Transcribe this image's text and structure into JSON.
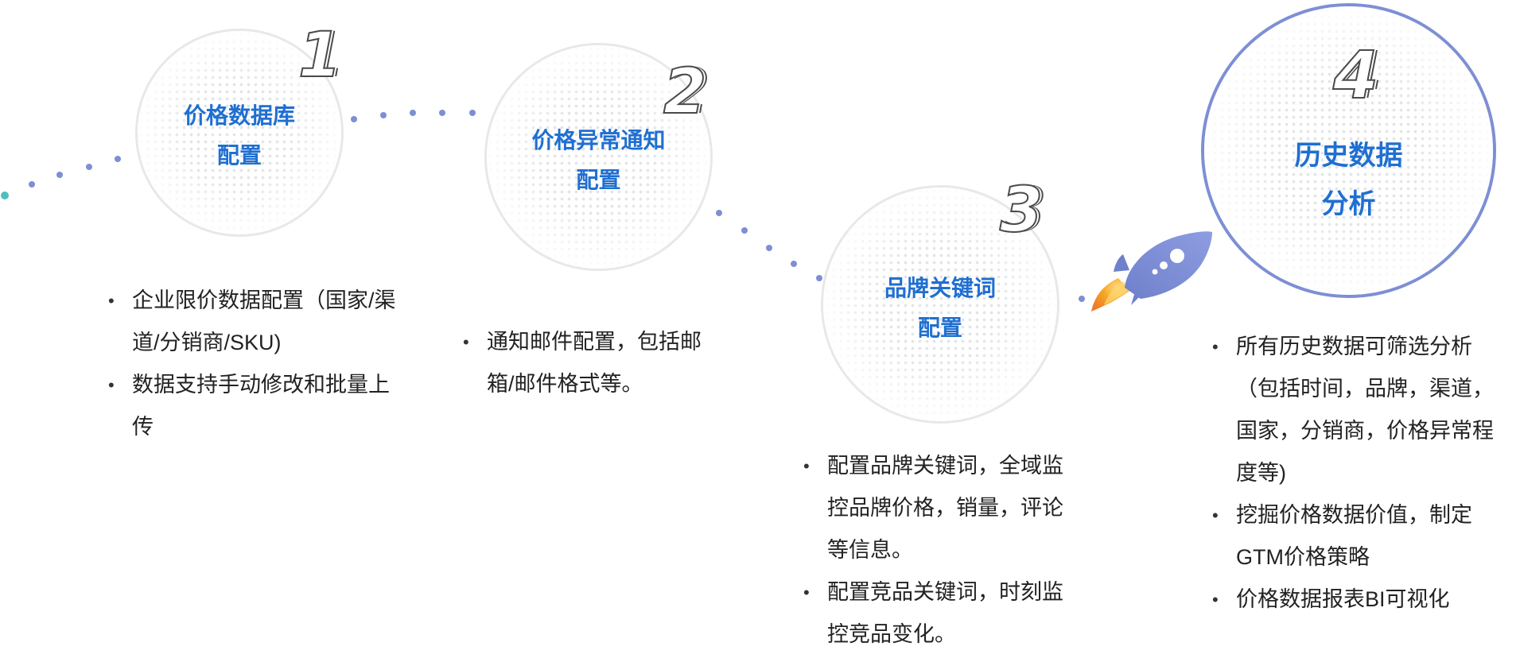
{
  "steps": [
    {
      "number": "1",
      "title_line1": "价格数据库",
      "title_line2": "配置",
      "bullets": [
        "企业限价数据配置（国家/渠道/分销商/SKU)",
        "数据支持手动修改和批量上传"
      ]
    },
    {
      "number": "2",
      "title_line1": "价格异常通知",
      "title_line2": "配置",
      "bullets": [
        "通知邮件配置，包括邮箱/邮件格式等。"
      ]
    },
    {
      "number": "3",
      "title_line1": "品牌关键词",
      "title_line2": "配置",
      "bullets": [
        "配置品牌关键词，全域监控品牌价格，销量，评论等信息。",
        "配置竞品关键词，时刻监控竞品变化。"
      ]
    },
    {
      "number": "4",
      "title_line1": "历史数据",
      "title_line2": "分析",
      "bullets": [
        "所有历史数据可筛选分析（包括时间，品牌，渠道，国家，分销商，价格异常程度等)",
        "挖掘价格数据价值，制定GTM价格策略",
        "价格数据报表BI可视化"
      ]
    }
  ],
  "colors": {
    "title_blue": "#1f6fd1",
    "connector_dot": "#7d8fd4",
    "start_dot": "#4fbfbf",
    "featured_ring": "#7d8fd4",
    "circle_ring": "#e8e8e8",
    "rocket_body": "#7d8fd4",
    "rocket_flame": "#f5a623"
  },
  "icons": {
    "rocket": "rocket-icon"
  }
}
